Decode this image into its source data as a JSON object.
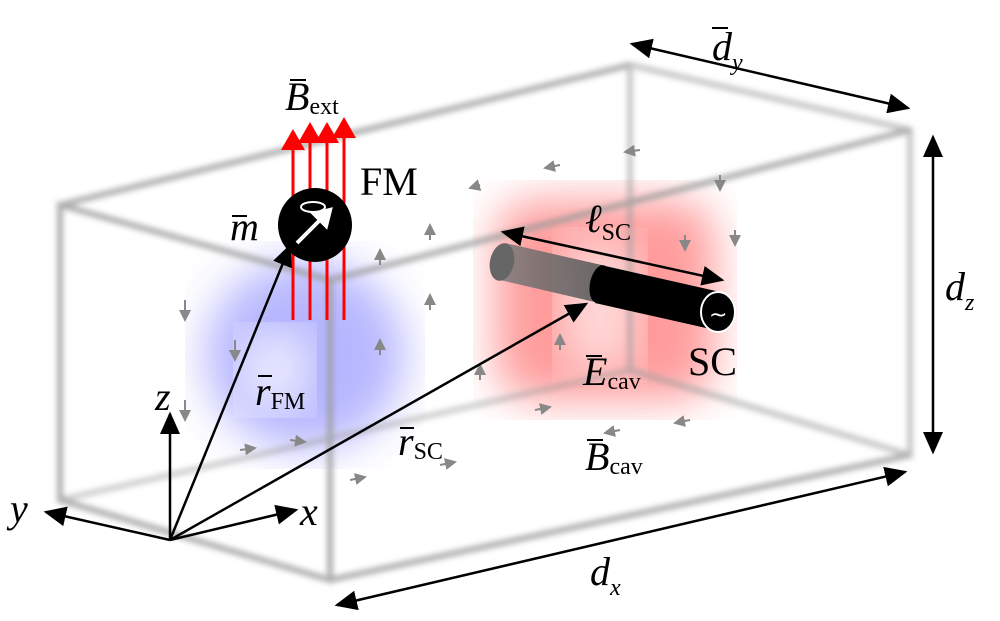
{
  "labels": {
    "d_y": {
      "main": "d",
      "sub": "y"
    },
    "d_z": {
      "main": "d",
      "sub": "z"
    },
    "d_x": {
      "main": "d",
      "sub": "x"
    },
    "B_ext": {
      "main": "B",
      "sub": "ext"
    },
    "FM": "FM",
    "m": "m",
    "l_SC": {
      "main": "ℓ",
      "sub": "SC"
    },
    "SC": "SC",
    "E_cav": {
      "main": "E",
      "sub": "cav"
    },
    "B_cav": {
      "main": "B",
      "sub": "cav"
    },
    "r_FM": {
      "main": "r",
      "sub": "FM"
    },
    "r_SC": {
      "main": "r",
      "sub": "SC"
    },
    "axis_z": "z",
    "axis_y": "y",
    "axis_x": "x",
    "source_symbol": "~"
  },
  "colors": {
    "magnetic_region": "#7b7bff",
    "electric_region": "#ff5a5a",
    "field_arrows": "#ff0000",
    "box_edges": "#9a9a9a"
  }
}
